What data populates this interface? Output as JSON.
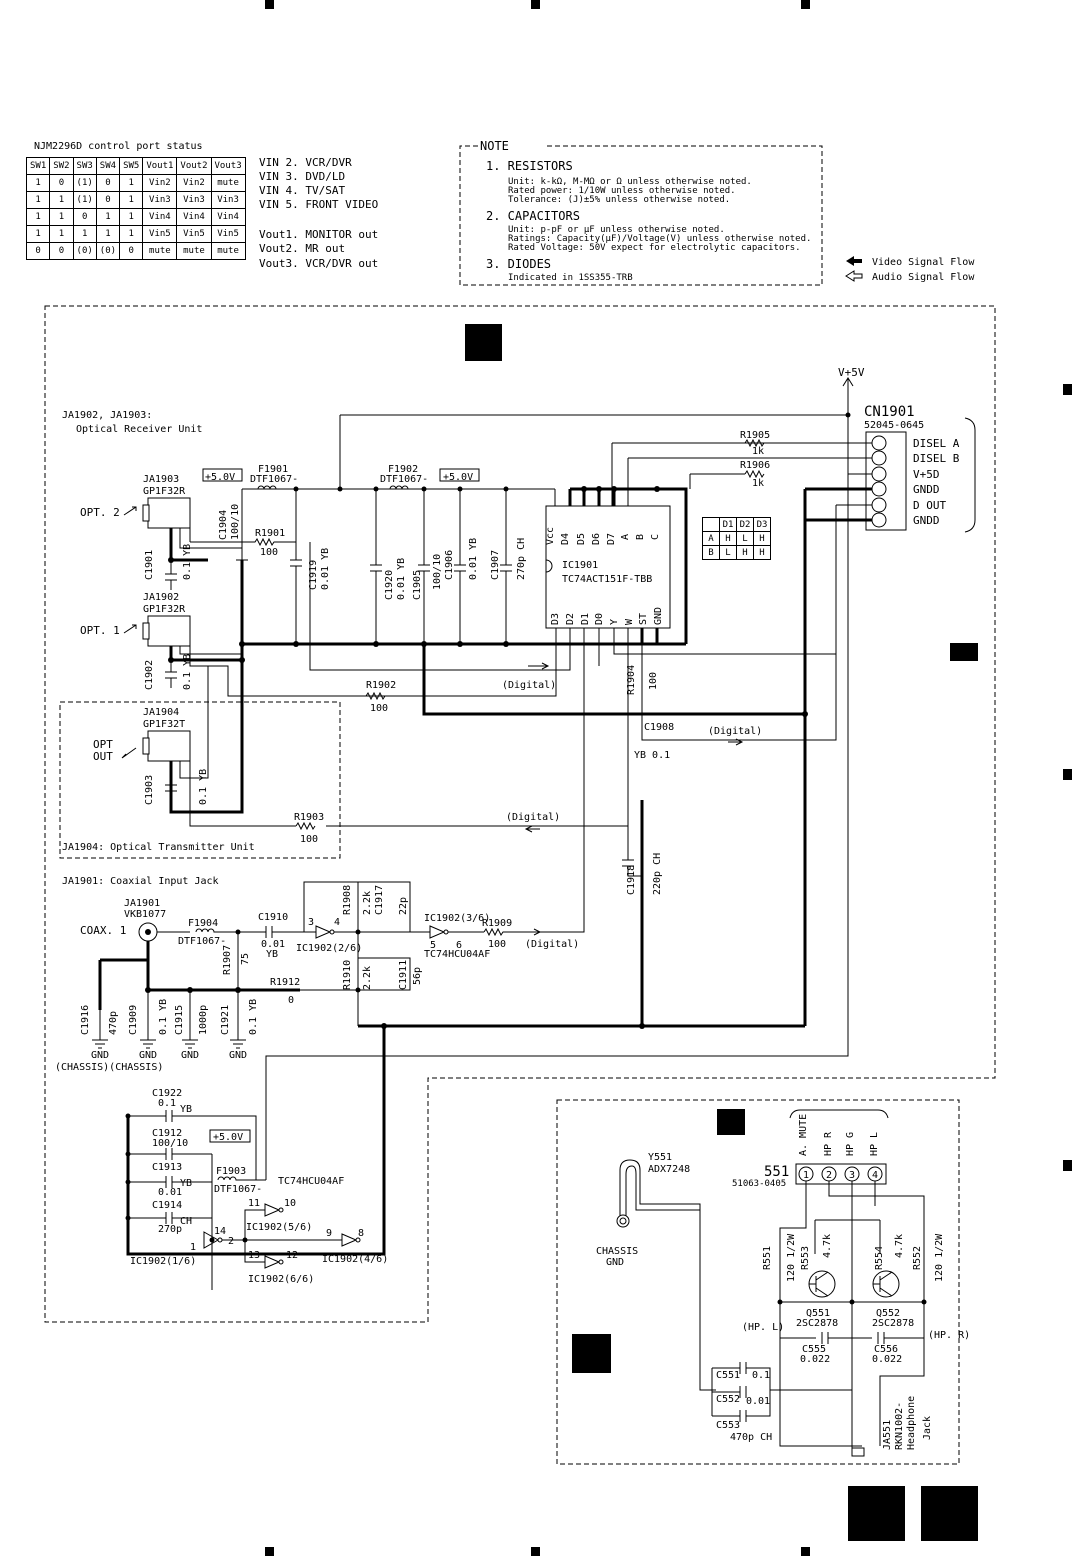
{
  "control_port": {
    "title": "NJM2296D control port status",
    "headers": [
      "SW1",
      "SW2",
      "SW3",
      "SW4",
      "SW5",
      "Vout1",
      "Vout2",
      "Vout3"
    ],
    "rows": [
      [
        "1",
        "0",
        "(1)",
        "0",
        "1",
        "Vin2",
        "Vin2",
        "mute"
      ],
      [
        "1",
        "1",
        "(1)",
        "0",
        "1",
        "Vin3",
        "Vin3",
        "Vin3"
      ],
      [
        "1",
        "1",
        "0",
        "1",
        "1",
        "Vin4",
        "Vin4",
        "Vin4"
      ],
      [
        "1",
        "1",
        "1",
        "1",
        "1",
        "Vin5",
        "Vin5",
        "Vin5"
      ],
      [
        "0",
        "0",
        "(0)",
        "(0)",
        "0",
        "mute",
        "mute",
        "mute"
      ]
    ],
    "vin": [
      "VIN 2. VCR/DVR",
      "VIN 3. DVD/LD",
      "VIN 4. TV/SAT",
      "VIN 5. FRONT VIDEO"
    ],
    "vout": [
      "Vout1.  MONITOR out",
      "Vout2.  MR out",
      "Vout3.  VCR/DVR out"
    ]
  },
  "note": {
    "title": "NOTE",
    "resistors_title": "1. RESISTORS",
    "resistors": [
      "Unit: k-kΩ, M-MΩ or Ω unless otherwise noted.",
      "Rated power: 1/10W unless otherwise noted.",
      "Tolerance: (J)±5% unless otherwise noted."
    ],
    "capacitors_title": "2. CAPACITORS",
    "capacitors": [
      "Unit: p-pF or μF unless otherwise noted.",
      "Ratings: Capacity(μF)/Voltage(V) unless otherwise noted.",
      "Rated Voltage: 50V expect for electrolytic capacitors."
    ],
    "diodes_title": "3. DIODES",
    "diodes": [
      "Indicated in 1SS355-TRB"
    ]
  },
  "legend": {
    "video": "Video Signal Flow",
    "audio": "Audio Signal Flow"
  },
  "labels": {
    "vplus": "V+5V",
    "optical_unit": "JA1902, JA1903:",
    "optical_unit2": "Optical Receiver Unit",
    "ja1903": "JA1903",
    "ja1903_part": "GP1F32R",
    "ja1902": "JA1902",
    "ja1902_part": "GP1F32R",
    "ja1904": "JA1904",
    "ja1904_part": "GP1F32T",
    "opt2": "OPT. 2",
    "opt1": "OPT. 1",
    "optout1": "OPT",
    "optout2": "OUT",
    "transmitter": "JA1904: Optical Transmitter Unit",
    "coax_unit": "JA1901: Coaxial Input Jack",
    "ja1901": "JA1901",
    "ja1901_part": "VKB1077",
    "coax1": "COAX. 1",
    "cn1901": "CN1901",
    "cn1901_part": "52045-0645",
    "cn_pins": [
      "DISEL A",
      "DISEL B",
      "V+5D",
      "GNDD",
      "D OUT",
      "GNDD"
    ],
    "ic1901": "IC1901",
    "ic1901_part": "TC74ACT151F-TBB",
    "ic_top_pins": [
      "Vcc",
      "D4",
      "D5",
      "D6",
      "D7",
      "A",
      "B",
      "C"
    ],
    "ic_bot_pins": [
      "D3",
      "D2",
      "D1",
      "D0",
      "Y",
      "W",
      "ST",
      "GND"
    ],
    "dtable_headers": [
      "",
      "D1",
      "D2",
      "D3"
    ],
    "dtable_rows": [
      [
        "A",
        "H",
        "L",
        "H"
      ],
      [
        "B",
        "L",
        "H",
        "H"
      ]
    ],
    "digital": "(Digital)",
    "plus5v": "+5.0V",
    "f1901": "F1901",
    "f1902": "F1902",
    "f1903": "F1903",
    "f1904": "F1904",
    "dtf": "DTF1067-",
    "r1901": "R1901",
    "r1901v": "100",
    "r1902": "R1902",
    "r1902v": "100",
    "r1903": "R1903",
    "r1903v": "100",
    "r1904": "R1904",
    "r1904v": "100",
    "r1905": "R1905",
    "r1905v": "1k",
    "r1906": "R1906",
    "r1906v": "1k",
    "r1907": "R1907",
    "r1907v": "75",
    "r1908": "R1908",
    "r1908v": "2.2k",
    "r1909": "R1909",
    "r1909v": "100",
    "r1910": "R1910",
    "r1910v": "2.2k",
    "r1912": "R1912",
    "r1912v": "0",
    "c1901": "C1901",
    "c1902": "C1902",
    "c1903": "C1903",
    "c01yb": "0.1 YB",
    "c1904": "C1904",
    "c1904v": "100/10",
    "c1919": "C1919",
    "c1919v": "0.01 YB",
    "c1920": "C1920",
    "c1920v": "0.01 YB",
    "c1905": "C1905",
    "c1905v": "100/10",
    "c1906": "C1906",
    "c1906v": "0.01 YB",
    "c1907": "C1907",
    "c1907v": "270p CH",
    "c1908": "C1908",
    "c1908v": "YB  0.1",
    "c1918": "C1918",
    "c1918v": "220p CH",
    "c1910": "C1910",
    "c1910v": "0.01",
    "c1910t": "YB",
    "c1917": "C1917",
    "c1917v": "22p",
    "c1911": "C1911",
    "c1911v": "56p",
    "c1916": "C1916",
    "c1916v": "470p",
    "c1909": "C1909",
    "c1909v": "0.1 YB",
    "c1915": "C1915",
    "c1915v": "1000p",
    "c1921": "C1921",
    "c1921v": "0.1 YB",
    "gnd": "GND",
    "chassis": "(CHASSIS)(CHASSIS)",
    "ic1902_26": "IC1902(2/6)",
    "ic1902_36": "IC1902(3/6)",
    "tc74hcu": "TC74HCU04AF",
    "c1922": "C1922",
    "c1922v": "0.1",
    "c1922t": "YB",
    "c1912": "C1912",
    "c1912v": "100/10",
    "c1913": "C1913",
    "c1913v": "0.01",
    "c1913t": "YB",
    "c1914": "C1914",
    "c1914v": "270p",
    "c1914t": "CH",
    "ic1902_16": "IC1902(1/6)",
    "ic1902_46": "IC1902(4/6)",
    "ic1902_56": "IC1902(5/6)",
    "ic1902_66": "IC1902(6/6)",
    "y551": "Y551",
    "y551_part": "ADX7248",
    "chassis_gnd1": "CHASSIS",
    "chassis_gnd2": "GND",
    "conn551": "551",
    "conn551_part": "51063-0405",
    "conn551_pins": [
      "A. MUTE",
      "HP R",
      "HP G",
      "HP L"
    ],
    "r551": "R551",
    "r551v": "120 1/2W",
    "r553": "R553",
    "r553v": "4.7k",
    "r554": "R554",
    "r554v": "4.7k",
    "r552": "R552",
    "r552v": "120 1/2W",
    "q551": "Q551",
    "q552": "Q552",
    "q_part": "2SC2878",
    "hpl": "(HP. L)",
    "hpr": "(HP. R)",
    "c555": "C555",
    "c556": "C556",
    "c022": "0.022",
    "c551": "C551",
    "c551v": "0.1",
    "c552": "C552",
    "c552v": "0.01",
    "c553": "C553",
    "c553v": "470p CH",
    "ja551": "JA551",
    "ja551_part": "RKN1002-",
    "ja551_t1": "Headphone",
    "ja551_t2": "Jack"
  }
}
